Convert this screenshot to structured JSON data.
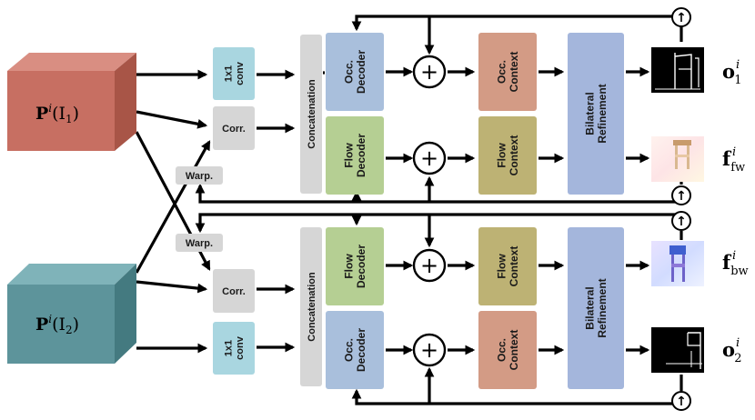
{
  "inputs": {
    "top": {
      "label_main": "P",
      "label_sup": "i",
      "label_arg": "(I",
      "label_sub": "1",
      "label_close": ")"
    },
    "bottom": {
      "label_main": "P",
      "label_sup": "i",
      "label_arg": "(I",
      "label_sub": "2",
      "label_close": ")"
    }
  },
  "blocks": {
    "conv_top": "1x1\nconv",
    "corr_top": "Corr.",
    "warp_top": "Warp.",
    "warp_bottom": "Warp.",
    "corr_bottom": "Corr.",
    "conv_bottom": "1x1\nconv",
    "concat_top": "Concatenation",
    "concat_bottom": "Concatenation",
    "occ_decoder_top": "Occ.\nDecoder",
    "flow_decoder_top": "Flow\nDecoder",
    "flow_decoder_bottom": "Flow\nDecoder",
    "occ_decoder_bottom": "Occ.\nDecoder",
    "occ_context_top": "Occ.\nContext",
    "flow_context_top": "Flow\nContext",
    "flow_context_bottom": "Flow\nContext",
    "occ_context_bottom": "Occ.\nContext",
    "bilateral_top": "Bilateral\nRefinement",
    "bilateral_bottom": "Bilateral\nRefinement",
    "plus": "+",
    "upsample": "↑"
  },
  "outputs": {
    "o1": {
      "main": "o",
      "sup": "i",
      "sub": "1"
    },
    "ffw": {
      "main": "f",
      "sup": "i",
      "sub": "fw"
    },
    "fbw": {
      "main": "f",
      "sup": "i",
      "sub": "bw"
    },
    "o2": {
      "main": "o",
      "sup": "i",
      "sub": "2"
    }
  },
  "colors": {
    "input_top_front": "#c76f62",
    "input_top_top": "#d98e82",
    "input_top_side": "#a85547",
    "input_bottom_front": "#5d949b",
    "input_bottom_top": "#7fb3b9",
    "input_bottom_side": "#447a80",
    "conv": "#a9d6e0",
    "corr": "#d6d6d6",
    "warp": "#d6d6d6",
    "concat": "#d6d6d6",
    "occ": "#a9bfdc",
    "flow": "#b5cf93",
    "occ_context": "#d39b85",
    "flow_context": "#bdb274",
    "bilateral": "#a4b6dc"
  }
}
